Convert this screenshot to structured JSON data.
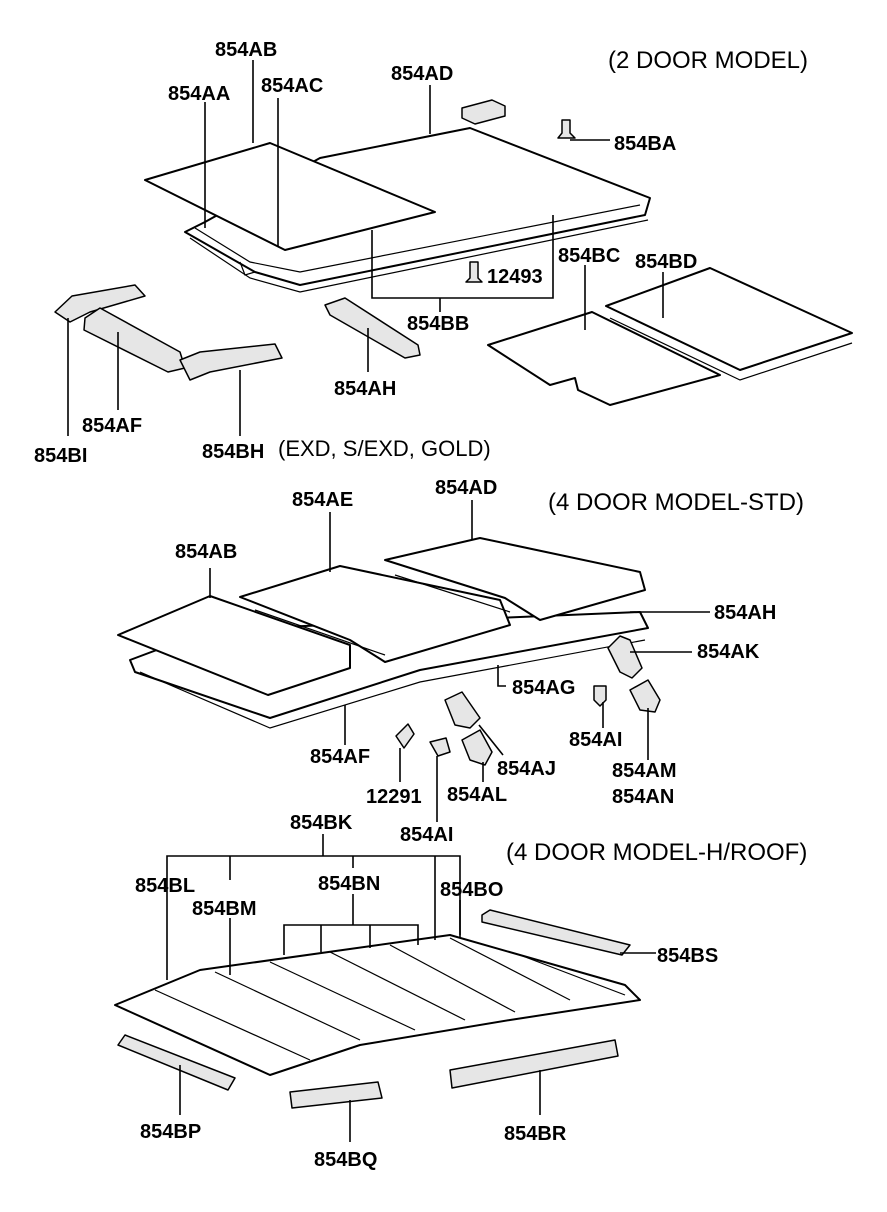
{
  "sections": {
    "two_door": "(2 DOOR MODEL)",
    "four_door_std": "(4 DOOR MODEL-STD)",
    "four_door_hroof": "(4 DOOR MODEL-H/ROOF)"
  },
  "note_trim": "(EXD, S/EXD, GOLD)",
  "two_door": {
    "p854AB": "854AB",
    "p854AA": "854AA",
    "p854AC": "854AC",
    "p854AD": "854AD",
    "p854BA": "854BA",
    "p854BC": "854BC",
    "p854BD": "854BD",
    "p12493": "12493",
    "p854BB": "854BB",
    "p854AH": "854AH",
    "p854AF": "854AF",
    "p854BI": "854BI",
    "p854BH": "854BH"
  },
  "four_door_std": {
    "p854AE": "854AE",
    "p854AD": "854AD",
    "p854AB": "854AB",
    "p854AH": "854AH",
    "p854AK": "854AK",
    "p854AG": "854AG",
    "p854AI_a": "854AI",
    "p854AF": "854AF",
    "p854AJ": "854AJ",
    "p854AM": "854AM",
    "p854AN": "854AN",
    "p12291": "12291",
    "p854AL": "854AL",
    "p854AI_b": "854AI"
  },
  "four_door_hroof": {
    "p854BK": "854BK",
    "p854BL": "854BL",
    "p854BN": "854BN",
    "p854BO": "854BO",
    "p854BM": "854BM",
    "p854BS": "854BS",
    "p854BP": "854BP",
    "p854BQ": "854BQ",
    "p854BR": "854BR"
  }
}
